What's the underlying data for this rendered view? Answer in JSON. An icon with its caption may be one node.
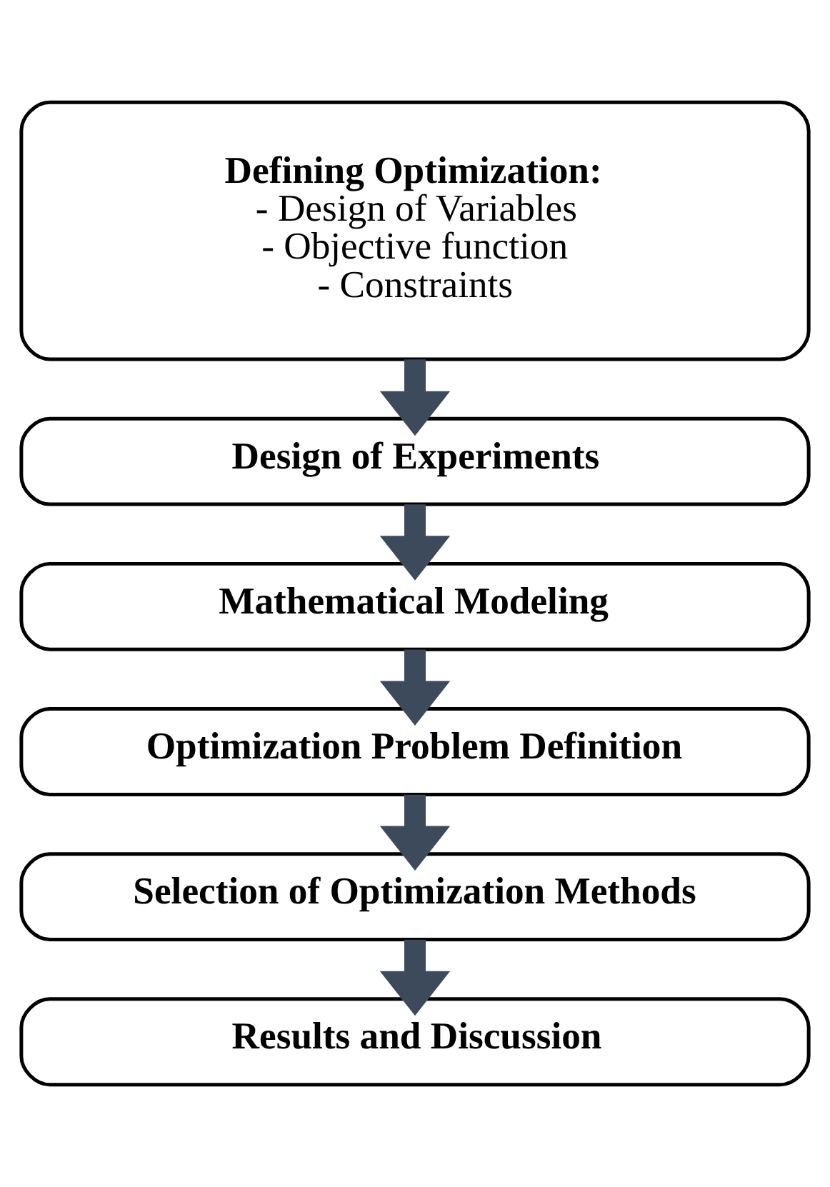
{
  "diagram": {
    "nodes": [
      {
        "text": [
          "Defining Optimization:",
          "- Design of Variables",
          "- Objective function",
          "- Constraints"
        ]
      },
      {
        "text": [
          "Design of Experiments"
        ]
      },
      {
        "text": [
          "Mathematical Modeling"
        ]
      },
      {
        "text": [
          "Optimization Problem Definition"
        ]
      },
      {
        "text": [
          "Selection of Optimization Methods"
        ]
      },
      {
        "text": [
          "Results and Discussion"
        ]
      }
    ],
    "edges": [
      {
        "from": 0,
        "to": 1,
        "arrow": "to"
      },
      {
        "from": 1,
        "to": 2,
        "arrow": "to"
      },
      {
        "from": 2,
        "to": 3,
        "arrow": "to"
      },
      {
        "from": 3,
        "to": 4,
        "arrow": "to"
      },
      {
        "from": 4,
        "to": 5,
        "arrow": "to"
      }
    ]
  }
}
